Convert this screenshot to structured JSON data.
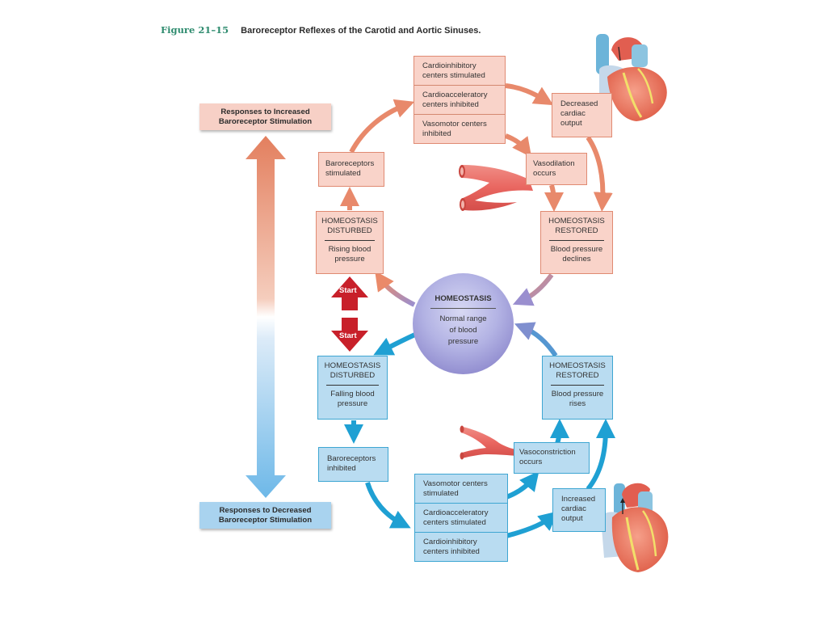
{
  "figure": {
    "number": "Figure 21–15",
    "caption": "Baroreceptor Reflexes of the Carotid and Aortic Sinuses."
  },
  "responses": {
    "increased": {
      "line1": "Responses to Increased",
      "line2": "Baroreceptor Stimulation"
    },
    "decreased": {
      "line1": "Responses to Decreased",
      "line2": "Baroreceptor Stimulation"
    }
  },
  "homeostasis": {
    "title": "HOMEOSTASIS",
    "body": [
      "Normal range",
      "of blood",
      "pressure"
    ]
  },
  "start_labels": {
    "up": "Start",
    "down": "Start"
  },
  "upper_loop": {
    "disturbed": {
      "line1": "HOMEOSTASIS",
      "line2": "DISTURBED",
      "desc1": "Rising blood",
      "desc2": "pressure"
    },
    "baroreceptors": {
      "line1": "Baroreceptors",
      "line2": "stimulated"
    },
    "centers": [
      {
        "line1": "Cardioinhibitory",
        "line2": "centers stimulated"
      },
      {
        "line1": "Cardioacceleratory",
        "line2": "centers inhibited"
      },
      {
        "line1": "Vasomotor centers",
        "line2": "inhibited"
      }
    ],
    "cardiac_output": {
      "line1": "Decreased",
      "line2": "cardiac",
      "line3": "output"
    },
    "vessel_effect": {
      "line1": "Vasodilation",
      "line2": "occurs"
    },
    "restored": {
      "line1": "HOMEOSTASIS",
      "line2": "RESTORED",
      "desc1": "Blood pressure",
      "desc2": "declines"
    }
  },
  "lower_loop": {
    "disturbed": {
      "line1": "HOMEOSTASIS",
      "line2": "DISTURBED",
      "desc1": "Falling blood",
      "desc2": "pressure"
    },
    "baroreceptors": {
      "line1": "Baroreceptors",
      "line2": "inhibited"
    },
    "centers": [
      {
        "line1": "Vasomotor centers",
        "line2": "stimulated"
      },
      {
        "line1": "Cardioacceleratory",
        "line2": "centers stimulated"
      },
      {
        "line1": "Cardioinhibitory",
        "line2": "centers inhibited"
      }
    ],
    "cardiac_output": {
      "line1": "Increased",
      "line2": "cardiac",
      "line3": "output"
    },
    "vessel_effect": {
      "line1": "Vasoconstriction",
      "line2": "occurs"
    },
    "restored": {
      "line1": "HOMEOSTASIS",
      "line2": "RESTORED",
      "desc1": "Blood pressure",
      "desc2": "rises"
    }
  },
  "colors": {
    "increase_arrow": "#e8896b",
    "decrease_arrow": "#1fa0d3",
    "pink_box": "#f9d3c9",
    "blue_box": "#b9dcf1",
    "start_arrow": "#c8202a",
    "homeostasis_circle": "#9e9ad6",
    "figure_label": "#2e8b6e"
  }
}
